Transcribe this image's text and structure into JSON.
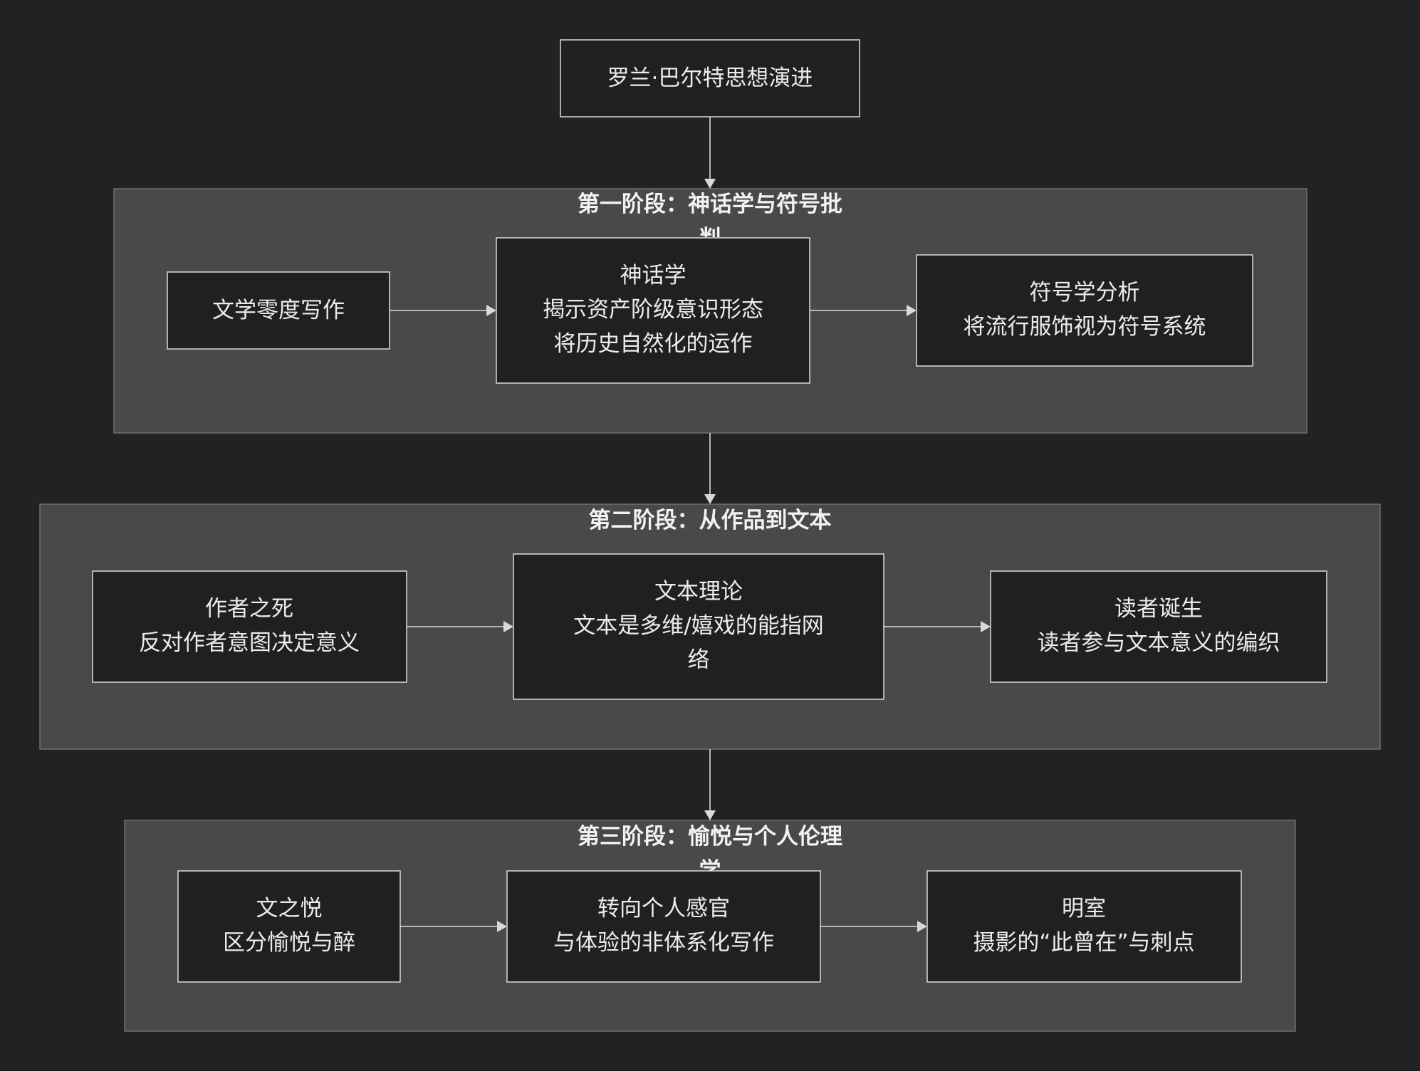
{
  "diagram": {
    "root": {
      "line1": "罗兰·巴尔特思想演进"
    },
    "stage1": {
      "title_line1": "第一阶段：神话学与符号批",
      "title_line2": "判",
      "node1": {
        "line1": "文学零度写作"
      },
      "node2": {
        "line1": "神话学",
        "line2": "揭示资产阶级意识形态",
        "line3": "将历史自然化的运作"
      },
      "node3": {
        "line1": "符号学分析",
        "line2": "将流行服饰视为符号系统"
      }
    },
    "stage2": {
      "title_line1": "第二阶段：从作品到文本",
      "node1": {
        "line1": "作者之死",
        "line2": "反对作者意图决定意义"
      },
      "node2": {
        "line1": "文本理论",
        "line2": "文本是多维/嬉戏的能指网",
        "line3": "络"
      },
      "node3": {
        "line1": "读者诞生",
        "line2": "读者参与文本意义的编织"
      }
    },
    "stage3": {
      "title_line1": "第三阶段：愉悦与个人伦理",
      "title_line2": "学",
      "node1": {
        "line1": "文之悦",
        "line2": "区分愉悦与醉"
      },
      "node2": {
        "line1": "转向个人感官",
        "line2": "与体验的非体系化写作"
      },
      "node3": {
        "line1": "明室",
        "line2": "摄影的“此曾在”与刺点"
      }
    }
  }
}
